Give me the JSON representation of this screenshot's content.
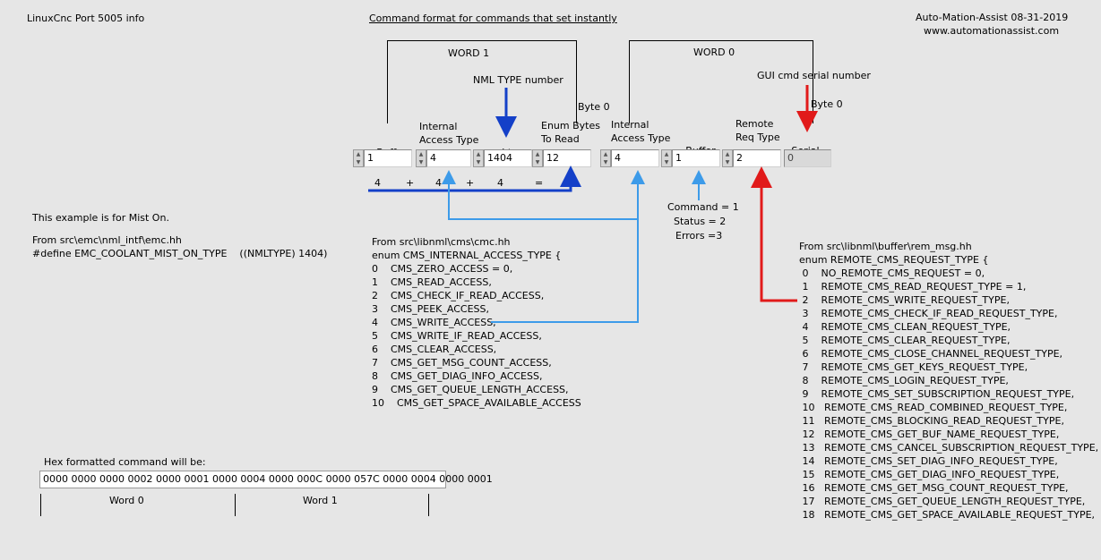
{
  "header": {
    "title": "LinuxCnc Port 5005 info",
    "format_title": "Command format for commands that set instantly",
    "author": "Auto-Mation-Assist  08-31-2019",
    "website": "www.automationassist.com"
  },
  "diagram": {
    "word1": "WORD 1",
    "word0": "WORD 0",
    "nml_type_number": "NML TYPE number",
    "gui_cmd_serial": "GUI cmd serial number",
    "byte0_left": "Byte 0",
    "byte0_right": "Byte 0",
    "sum_row": {
      "a": "4",
      "plus1": "+",
      "b": "4",
      "plus2": "+",
      "c": "4",
      "eq": "="
    },
    "command_codes": [
      "Command = 1",
      "Status = 2",
      "Errors =3"
    ]
  },
  "fields": [
    {
      "label1": "",
      "label2": "Buffer",
      "value": "1"
    },
    {
      "label1": "Internal",
      "label2": "Access Type",
      "value": "4"
    },
    {
      "label1": "",
      "label2": "mnl type",
      "value": "1404"
    },
    {
      "label1": "Enum Bytes",
      "label2": "To Read",
      "value": "12"
    },
    {
      "label1": "Internal",
      "label2": "Access Type",
      "value": "4"
    },
    {
      "label1": "",
      "label2": "Buffer",
      "value": "1"
    },
    {
      "label1": "Remote",
      "label2": "Req Type",
      "value": "2"
    },
    {
      "label1": "",
      "label2": "Serial",
      "value": "0"
    }
  ],
  "example": {
    "note": "This example is for Mist On.",
    "from": "From src\\emc\\nml_intf\\emc.hh",
    "define": "#define EMC_COOLANT_MIST_ON_TYPE    ((NMLTYPE) 1404)"
  },
  "cmc": {
    "from": "From src\\libnml\\cms\\cmc.hh",
    "enum": "enum CMS_INTERNAL_ACCESS_TYPE {",
    "items": [
      "0    CMS_ZERO_ACCESS = 0,",
      "1    CMS_READ_ACCESS,",
      "2    CMS_CHECK_IF_READ_ACCESS,",
      "3    CMS_PEEK_ACCESS,",
      "4    CMS_WRITE_ACCESS,",
      "5    CMS_WRITE_IF_READ_ACCESS,",
      "6    CMS_CLEAR_ACCESS,",
      "7    CMS_GET_MSG_COUNT_ACCESS,",
      "8    CMS_GET_DIAG_INFO_ACCESS,",
      "9    CMS_GET_QUEUE_LENGTH_ACCESS,",
      "10    CMS_GET_SPACE_AVAILABLE_ACCESS"
    ]
  },
  "rem": {
    "from": "From src\\libnml\\buffer\\rem_msg.hh",
    "enum": "enum REMOTE_CMS_REQUEST_TYPE {",
    "items": [
      " 0    NO_REMOTE_CMS_REQUEST = 0,",
      " 1    REMOTE_CMS_READ_REQUEST_TYPE = 1,",
      " 2    REMOTE_CMS_WRITE_REQUEST_TYPE,",
      " 3    REMOTE_CMS_CHECK_IF_READ_REQUEST_TYPE,",
      " 4    REMOTE_CMS_CLEAN_REQUEST_TYPE,",
      " 5    REMOTE_CMS_CLEAR_REQUEST_TYPE,",
      " 6    REMOTE_CMS_CLOSE_CHANNEL_REQUEST_TYPE,",
      " 7    REMOTE_CMS_GET_KEYS_REQUEST_TYPE,",
      " 8    REMOTE_CMS_LOGIN_REQUEST_TYPE,",
      " 9    REMOTE_CMS_SET_SUBSCRIPTION_REQUEST_TYPE,",
      " 10   REMOTE_CMS_READ_COMBINED_REQUEST_TYPE,",
      " 11   REMOTE_CMS_BLOCKING_READ_REQUEST_TYPE,",
      " 12   REMOTE_CMS_GET_BUF_NAME_REQUEST_TYPE,",
      " 13   REMOTE_CMS_CANCEL_SUBSCRIPTION_REQUEST_TYPE,",
      " 14   REMOTE_CMS_SET_DIAG_INFO_REQUEST_TYPE,",
      " 15   REMOTE_CMS_GET_DIAG_INFO_REQUEST_TYPE,",
      " 16   REMOTE_CMS_GET_MSG_COUNT_REQUEST_TYPE,",
      " 17   REMOTE_CMS_GET_QUEUE_LENGTH_REQUEST_TYPE,",
      " 18   REMOTE_CMS_GET_SPACE_AVAILABLE_REQUEST_TYPE,"
    ]
  },
  "hex": {
    "label": "Hex formatted command will be:",
    "value": "0000 0000 0000 0002 0000 0001 0000 0004 0000 000C 0000 057C 0000 0004 0000 0001",
    "word0": "Word 0",
    "word1": "Word 1"
  },
  "colors": {
    "light_blue": "#3d9be9",
    "dark_blue": "#1440c8",
    "red": "#e11a1a"
  }
}
